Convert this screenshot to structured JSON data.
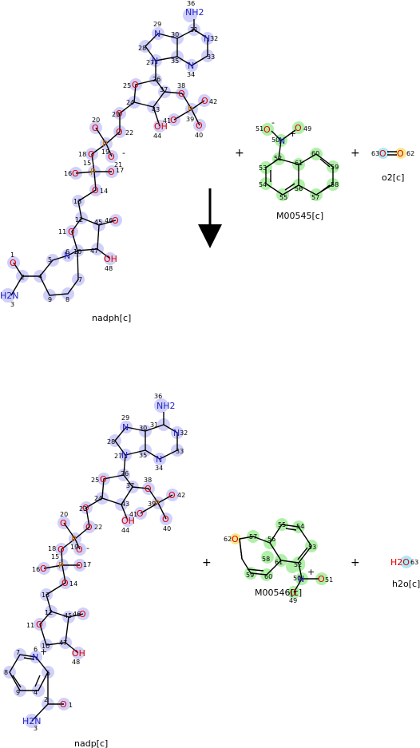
{
  "reaction": {
    "arrow": "down",
    "plus_sign": "+",
    "reactants": [
      {
        "name": "nadph[c]",
        "highlight": "#c8c8f8"
      },
      {
        "name": "M00545[c]",
        "highlight": "#a8f0a0"
      },
      {
        "name": "o2[c]",
        "highlight": "#a8e8f8"
      }
    ],
    "products": [
      {
        "name": "nadp[c]",
        "highlight": "#c8c8f8"
      },
      {
        "name": "M00546[c]",
        "highlight": "#a8f0a0"
      },
      {
        "name": "h2o[c]",
        "highlight": "#a8e8f8"
      }
    ],
    "colors": {
      "nitrogen": "#2424c8",
      "oxygen": "#e00000",
      "phosphorus": "#d07000",
      "yellow_highlight": "#f8e890"
    }
  },
  "labels": {
    "nh2": "NH2",
    "h2n": "H2N",
    "oh": "OH",
    "h2o": "H2O",
    "n": "N",
    "o": "O",
    "p": "P",
    "minus": "-",
    "plusc": "+",
    "n1": "1",
    "n2": "2",
    "n3": "3",
    "n4": "4",
    "n5": "5",
    "n6": "6",
    "n7": "7",
    "n8": "8",
    "n9": "9",
    "n10": "10",
    "n11": "11",
    "n12": "12",
    "n13": "13",
    "n14": "14",
    "n15": "15",
    "n16": "16",
    "n17": "17",
    "n18": "18",
    "n19": "19",
    "n20": "20",
    "n21": "21",
    "n22": "22",
    "n23": "23",
    "n24": "24",
    "n25": "25",
    "n26": "26",
    "n27": "27",
    "n28": "28",
    "n29": "29",
    "n30": "30",
    "n31": "31",
    "n32": "32",
    "n33": "33",
    "n34": "34",
    "n35": "35",
    "n36": "36",
    "n37": "37",
    "n38": "38",
    "n39": "39",
    "n40": "40",
    "n41": "41",
    "n42": "42",
    "n43": "43",
    "n44": "44",
    "n45": "45",
    "n46": "46",
    "n47": "47",
    "n48": "48",
    "n49": "49",
    "n50": "50",
    "n51": "51",
    "n52": "52",
    "n53": "53",
    "n54": "54",
    "n55": "55",
    "n56": "56",
    "n57": "57",
    "n58": "58",
    "n59": "59",
    "n60": "60",
    "n61": "61",
    "n62": "62",
    "n63": "63"
  }
}
